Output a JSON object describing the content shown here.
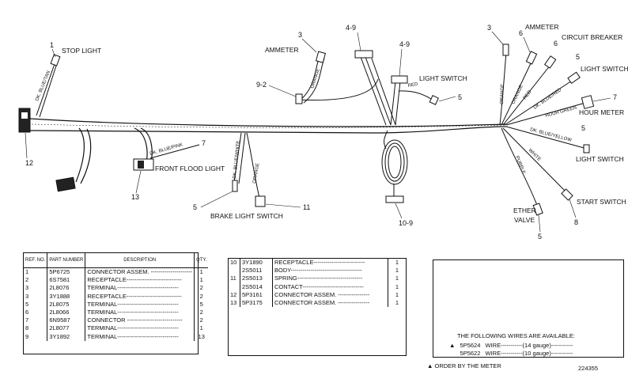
{
  "diagram": {
    "labels": {
      "stop_light": "STOP LIGHT",
      "ammeter_mid": "AMMETER",
      "light_switch_mid": "LIGHT SWITCH",
      "ammeter_right": "AMMETER",
      "circuit_breaker": "CIRCUIT BREAKER",
      "light_switch_right": "LIGHT SWITCH",
      "hour_meter": "HOUR METER",
      "light_switch_lower": "LIGHT SWITCH",
      "start_switch": "START SWITCH",
      "ether_valve_1": "ETHER",
      "ether_valve_2": "VALVE",
      "front_flood_light": "FRONT FLOOD LIGHT",
      "brake_light_switch": "BRAKE LIGHT SWITCH"
    },
    "wire_colors": {
      "dk_blue_tan": "DK. BLUE/TAN",
      "orange_amm": "ORANGE",
      "red_mid": "RED",
      "dk_blue_pink": "DK. BLUE/PINK",
      "dk_blue_white": "DK. BLUE/WHITE",
      "orange_brake": "ORANGE",
      "orange_r1": "ORANGE",
      "orange_r2": "ORANGE",
      "red_r": "RED",
      "dk_blue_red": "DK. BLUE/RED",
      "hour_green": "HOUR GREEN",
      "dk_blue_yellow": "DK. BLUE/YELLOW",
      "white_r": "WHITE",
      "purple_r": "PURPLE"
    },
    "item_numbers": {
      "n1": "1",
      "n12": "12",
      "n13": "13",
      "n7a": "7",
      "n5a": "5",
      "n11": "11",
      "n3a": "3",
      "n9_2": "9-2",
      "n4_9a": "4-9",
      "n4_9b": "4-9",
      "n5b": "5",
      "n10_9": "10-9",
      "n3b": "3",
      "n6a": "6",
      "n6b": "6",
      "n5c": "5",
      "n7b": "7",
      "n5d": "5",
      "n8": "8",
      "n5e": "5"
    }
  },
  "parts_table_1": {
    "headers": [
      "REF. NO.",
      "PART NUMBER",
      "DESCRIPTION",
      "QTY."
    ],
    "rows": [
      [
        "1",
        "5P6725",
        "CONNECTOR ASSEM. ---------------------",
        "1"
      ],
      [
        "2",
        "6S7581",
        "RECEPTACLE----------------------------",
        "1"
      ],
      [
        "3",
        "2L8076",
        "TERMINAL-------------------------------",
        "2"
      ],
      [
        "3",
        "3Y1888",
        "RECEPTACLE----------------------------",
        "2"
      ],
      [
        "5",
        "2L8075",
        "TERMINAL-------------------------------",
        "5"
      ],
      [
        "6",
        "2L8066",
        "TERMINAL-------------------------------",
        "2"
      ],
      [
        "7",
        "6N9587",
        "CONNECTOR ----------------------------",
        "2"
      ],
      [
        "8",
        "2L8077",
        "TERMINAL-------------------------------",
        "1"
      ],
      [
        "9",
        "3Y1892",
        "TERMINAL-------------------------------",
        "13"
      ]
    ]
  },
  "parts_table_2": {
    "rows": [
      [
        "10",
        "3Y1890",
        "RECEPTACLE--------------------------",
        "1"
      ],
      [
        "",
        "2S5011",
        "BODY------------------------------------",
        "1"
      ],
      [
        "11",
        "2S5013",
        "SPRING---------------------------------",
        "1"
      ],
      [
        "",
        "2S5014",
        "CONTACT-------------------------------",
        "1"
      ],
      [
        "12",
        "5P3161",
        "CONNECTOR ASSEM. ----------------",
        "1"
      ],
      [
        "13",
        "5P3175",
        "CONNECTOR ASSEM. ----------------",
        "1"
      ]
    ]
  },
  "wire_box": {
    "heading": "THE FOLLOWING WIRES ARE AVAILABLE:",
    "marker": "▲",
    "rows": [
      {
        "part": "5P5624",
        "desc": "WIRE-----------(14 gauge)-----------"
      },
      {
        "part": "5P5622",
        "desc": "WIRE-----------(10 gauge)-----------"
      }
    ]
  },
  "footer": {
    "note": "▲ ORDER BY THE METER",
    "drawing_no": "224355"
  }
}
